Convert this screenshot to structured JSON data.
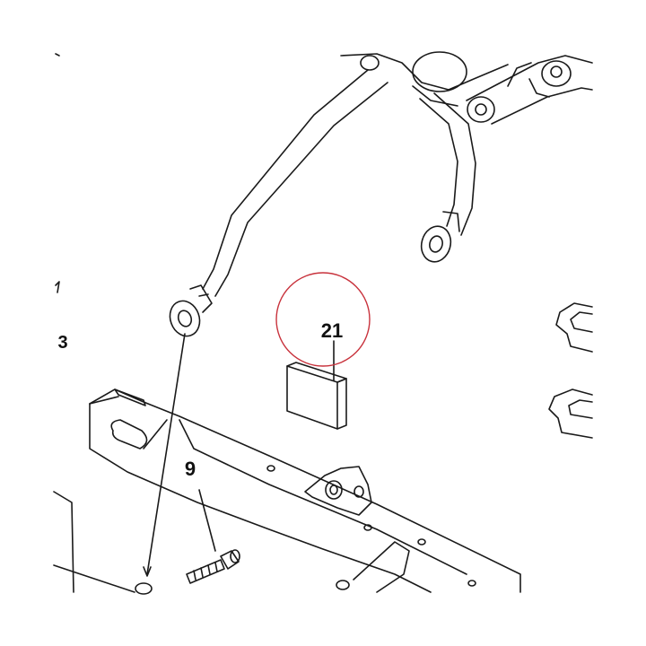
{
  "diagram": {
    "callouts": [
      {
        "id": "part-21",
        "label": "21",
        "highlighted": true
      },
      {
        "id": "part-9",
        "label": "9",
        "highlighted": false
      }
    ],
    "edge_fragment": "3",
    "colors": {
      "line": "#1a1a1a",
      "highlight_circle": "#c8323c",
      "background": "#ffffff"
    }
  }
}
